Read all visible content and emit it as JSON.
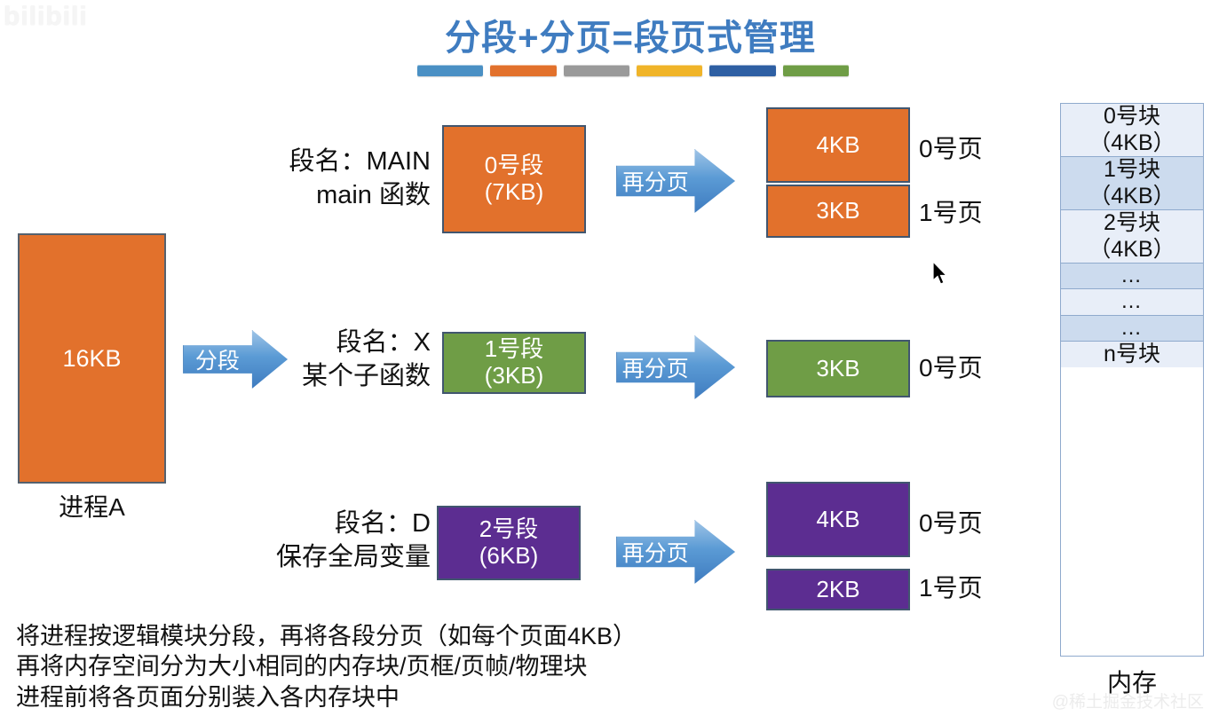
{
  "watermarks": {
    "top_left": "bilibili",
    "bottom_right": "@稀土掘金技术社区"
  },
  "title": {
    "text": "分段+分页=段页式管理",
    "color": "#3f7cc0",
    "bars": [
      "#4a90c4",
      "#e2712c",
      "#9a9a9a",
      "#f0b429",
      "#2e5fa3",
      "#6f9d46"
    ]
  },
  "process": {
    "size_label": "16KB",
    "caption": "进程A",
    "color": "#e2712c"
  },
  "arrows": {
    "segmentation": "分段",
    "paging": "再分页"
  },
  "segments": [
    {
      "desc_line1": "段名：MAIN",
      "desc_line2": "main 函数",
      "box_line1": "0号段",
      "box_line2": "(7KB)",
      "color": "#e2712c",
      "pages": [
        {
          "size": "4KB",
          "label": "0号页"
        },
        {
          "size": "3KB",
          "label": "1号页"
        }
      ]
    },
    {
      "desc_line1": "段名：X",
      "desc_line2": "某个子函数",
      "box_line1": "1号段",
      "box_line2": "(3KB)",
      "color": "#6f9d46",
      "pages": [
        {
          "size": "3KB",
          "label": "0号页"
        }
      ]
    },
    {
      "desc_line1": "段名：D",
      "desc_line2": "保存全局变量",
      "box_line1": "2号段",
      "box_line2": "(6KB)",
      "color": "#5c2d91",
      "pages": [
        {
          "size": "4KB",
          "label": "0号页"
        },
        {
          "size": "2KB",
          "label": "1号页"
        }
      ]
    }
  ],
  "memory": {
    "caption": "内存",
    "cells": [
      {
        "line1": "0号块",
        "line2": "（4KB）"
      },
      {
        "line1": "1号块",
        "line2": "（4KB）"
      },
      {
        "line1": "2号块",
        "line2": "（4KB）"
      },
      {
        "line1": "…",
        "line2": ""
      },
      {
        "line1": "…",
        "line2": ""
      },
      {
        "line1": "…",
        "line2": ""
      },
      {
        "line1": "n号块",
        "line2": ""
      }
    ]
  },
  "description": {
    "line1": "将进程按逻辑模块分段，再将各段分页（如每个页面4KB）",
    "line2": "再将内存空间分为大小相同的内存块/页框/页帧/物理块",
    "line3": "进程前将各页面分别装入各内存块中"
  }
}
